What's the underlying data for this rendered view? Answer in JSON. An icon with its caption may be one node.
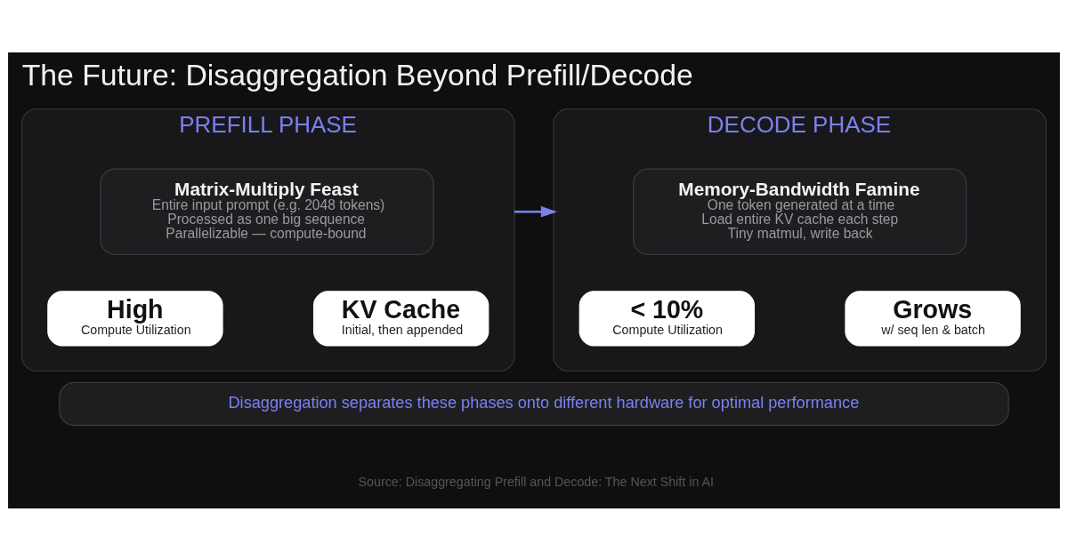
{
  "diagram": {
    "title": "The Future: Disaggregation Beyond Prefill/Decode",
    "nodes": [
      {
        "text": [
          "PREFILL PHASE"
        ]
      },
      {
        "text": [
          "Matrix-Multiply Feast",
          "Entire input prompt (e.g. 2048 tokens)",
          "Processed as one big sequence",
          "Parallelizable — compute-bound"
        ],
        "in": 0
      },
      {
        "text": [
          "High",
          "Compute Utilization"
        ],
        "in": 0
      },
      {
        "text": [
          "KV Cache",
          "Initial, then appended"
        ],
        "in": 0
      },
      {
        "text": [
          "DECODE PHASE"
        ]
      },
      {
        "text": [
          "Memory-Bandwidth Famine",
          "One token generated at a time",
          "Load entire KV cache each step",
          "Tiny matmul, write back"
        ],
        "in": 4
      },
      {
        "text": [
          "< 10%",
          "Compute Utilization"
        ],
        "in": 4
      },
      {
        "text": [
          "Grows",
          "w/ seq len & batch"
        ],
        "in": 4
      },
      {
        "text": [
          "Disaggregation separates these phases onto different hardware for optimal performance"
        ]
      }
    ],
    "edges": [
      {
        "from": 0,
        "to": 4,
        "arrow": "to",
        "color": "#7b80f0"
      }
    ],
    "labels": [
      "Source: Disaggregating Prefill and Decode: The Next Shift in AI"
    ]
  }
}
